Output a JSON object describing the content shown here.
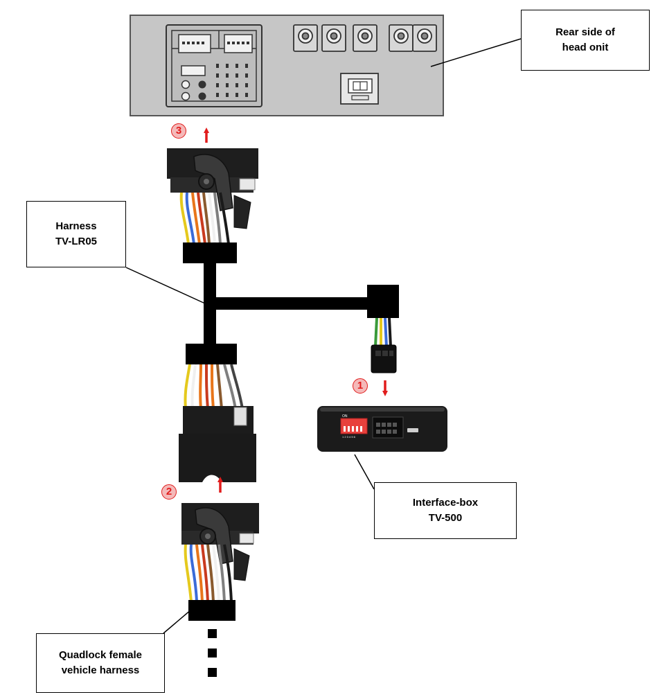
{
  "labels": {
    "head_unit": "Rear side of\nhead onit",
    "harness": "Harness\nTV-LR05",
    "interface_box": "Interface-box\nTV-500",
    "quadlock": "Quadlock female\nvehicle harness"
  },
  "steps": [
    "1",
    "2",
    "3"
  ],
  "device": {
    "dip_on": "ON",
    "dip_numbers": "1 2 3 4 5 6"
  },
  "colors": {
    "arrow": "#e11c1c",
    "step_fill": "#f4b9b9",
    "head_unit_panel": "#c6c6c6",
    "cable": "#000000",
    "dip_switch": "#e8413c"
  }
}
